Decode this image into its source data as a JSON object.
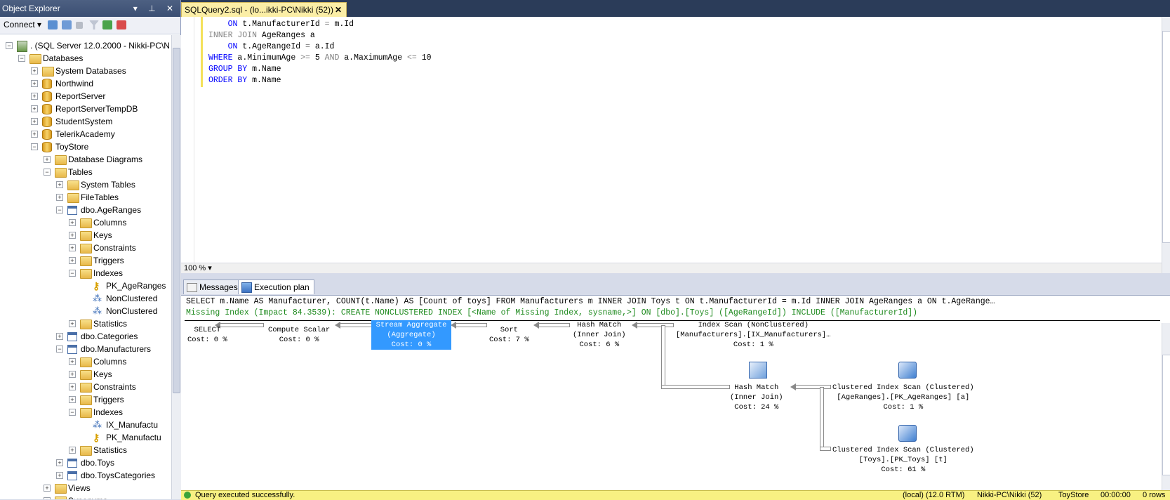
{
  "object_explorer": {
    "title": "Object Explorer",
    "pin_buttons": "▾ ⊥ ✕",
    "connect_label": "Connect ▾"
  },
  "tree": [
    {
      "label": ". (SQL Server 12.0.2000 - Nikki-PC\\N",
      "icon": "server",
      "level": 0,
      "exp": "-"
    },
    {
      "label": "Databases",
      "icon": "folder",
      "level": 1,
      "exp": "-"
    },
    {
      "label": "System Databases",
      "icon": "folder",
      "level": 2,
      "exp": "+"
    },
    {
      "label": "Northwind",
      "icon": "db",
      "level": 2,
      "exp": "+"
    },
    {
      "label": "ReportServer",
      "icon": "db",
      "level": 2,
      "exp": "+"
    },
    {
      "label": "ReportServerTempDB",
      "icon": "db",
      "level": 2,
      "exp": "+"
    },
    {
      "label": "StudentSystem",
      "icon": "db",
      "level": 2,
      "exp": "+"
    },
    {
      "label": "TelerikAcademy",
      "icon": "db",
      "level": 2,
      "exp": "+"
    },
    {
      "label": "ToyStore",
      "icon": "db",
      "level": 2,
      "exp": "-"
    },
    {
      "label": "Database Diagrams",
      "icon": "folder",
      "level": 3,
      "exp": "+"
    },
    {
      "label": "Tables",
      "icon": "folder",
      "level": 3,
      "exp": "-"
    },
    {
      "label": "System Tables",
      "icon": "folder",
      "level": 4,
      "exp": "+"
    },
    {
      "label": "FileTables",
      "icon": "folder",
      "level": 4,
      "exp": "+"
    },
    {
      "label": "dbo.AgeRanges",
      "icon": "table",
      "level": 4,
      "exp": "-"
    },
    {
      "label": "Columns",
      "icon": "folder",
      "level": 5,
      "exp": "+"
    },
    {
      "label": "Keys",
      "icon": "folder",
      "level": 5,
      "exp": "+"
    },
    {
      "label": "Constraints",
      "icon": "folder",
      "level": 5,
      "exp": "+"
    },
    {
      "label": "Triggers",
      "icon": "folder",
      "level": 5,
      "exp": "+"
    },
    {
      "label": "Indexes",
      "icon": "folder",
      "level": 5,
      "exp": "-"
    },
    {
      "label": "PK_AgeRanges",
      "icon": "key",
      "level": 6,
      "exp": ""
    },
    {
      "label": "NonClustered",
      "icon": "idx",
      "level": 6,
      "exp": ""
    },
    {
      "label": "NonClustered",
      "icon": "idx",
      "level": 6,
      "exp": ""
    },
    {
      "label": "Statistics",
      "icon": "folder",
      "level": 5,
      "exp": "+"
    },
    {
      "label": "dbo.Categories",
      "icon": "table",
      "level": 4,
      "exp": "+"
    },
    {
      "label": "dbo.Manufacturers",
      "icon": "table",
      "level": 4,
      "exp": "-"
    },
    {
      "label": "Columns",
      "icon": "folder",
      "level": 5,
      "exp": "+"
    },
    {
      "label": "Keys",
      "icon": "folder",
      "level": 5,
      "exp": "+"
    },
    {
      "label": "Constraints",
      "icon": "folder",
      "level": 5,
      "exp": "+"
    },
    {
      "label": "Triggers",
      "icon": "folder",
      "level": 5,
      "exp": "+"
    },
    {
      "label": "Indexes",
      "icon": "folder",
      "level": 5,
      "exp": "-"
    },
    {
      "label": "IX_Manufactu",
      "icon": "idx",
      "level": 6,
      "exp": ""
    },
    {
      "label": "PK_Manufactu",
      "icon": "key",
      "level": 6,
      "exp": ""
    },
    {
      "label": "Statistics",
      "icon": "folder",
      "level": 5,
      "exp": "+"
    },
    {
      "label": "dbo.Toys",
      "icon": "table",
      "level": 4,
      "exp": "+"
    },
    {
      "label": "dbo.ToysCategories",
      "icon": "table",
      "level": 4,
      "exp": "+"
    },
    {
      "label": "Views",
      "icon": "folder",
      "level": 3,
      "exp": "+"
    },
    {
      "label": "Synonyms",
      "icon": "folder",
      "level": 3,
      "exp": "+"
    }
  ],
  "tab": {
    "title": "SQLQuery2.sql - (lo...ikki-PC\\Nikki (52))",
    "close": "✕"
  },
  "code_lines": [
    [
      {
        "t": "    ON ",
        "c": "kw"
      },
      {
        "t": "t.ManufacturerId ",
        "c": ""
      },
      {
        "t": "= ",
        "c": "op"
      },
      {
        "t": "m.Id",
        "c": ""
      }
    ],
    [
      {
        "t": "INNER JOIN ",
        "c": "op"
      },
      {
        "t": "AgeRanges a",
        "c": ""
      }
    ],
    [
      {
        "t": "    ON ",
        "c": "kw"
      },
      {
        "t": "t.AgeRangeId ",
        "c": ""
      },
      {
        "t": "= ",
        "c": "op"
      },
      {
        "t": "a.Id",
        "c": ""
      }
    ],
    [
      {
        "t": "WHERE ",
        "c": "kw"
      },
      {
        "t": "a.MinimumAge ",
        "c": ""
      },
      {
        "t": ">= ",
        "c": "op"
      },
      {
        "t": "5 ",
        "c": ""
      },
      {
        "t": "AND ",
        "c": "op"
      },
      {
        "t": "a.MaximumAge ",
        "c": ""
      },
      {
        "t": "<= ",
        "c": "op"
      },
      {
        "t": "10",
        "c": ""
      }
    ],
    [
      {
        "t": "GROUP BY ",
        "c": "kw"
      },
      {
        "t": "m.Name",
        "c": ""
      }
    ],
    [
      {
        "t": "ORDER BY ",
        "c": "kw"
      },
      {
        "t": "m.Name",
        "c": ""
      }
    ]
  ],
  "zoom": "100 %",
  "result_tabs": {
    "messages": "Messages",
    "plan": "Execution plan"
  },
  "plan": {
    "query": "SELECT m.Name AS Manufacturer, COUNT(t.Name) AS [Count of toys] FROM Manufacturers m INNER JOIN Toys t ON t.ManufacturerId = m.Id INNER JOIN AgeRanges a ON t.AgeRange…",
    "missing_index": "Missing Index (Impact 84.3539): CREATE NONCLUSTERED INDEX [<Name of Missing Index, sysname,>] ON [dbo].[Toys] ([AgeRangeId]) INCLUDE ([ManufacturerId])",
    "nodes": {
      "select": "SELECT\nCost: 0 %",
      "compute": "Compute Scalar\nCost: 0 %",
      "stream": "Stream Aggregate\n(Aggregate)\nCost: 0 %",
      "sort": "Sort\nCost: 7 %",
      "hash1": "Hash Match\n(Inner Join)\nCost: 6 %",
      "idxscan": "Index Scan (NonClustered)\n[Manufacturers].[IX_Manufacturers]…\nCost: 1 %",
      "hash2": "Hash Match\n(Inner Join)\nCost: 24 %",
      "ciscan1": "Clustered Index Scan (Clustered)\n[AgeRanges].[PK_AgeRanges] [a]\nCost: 1 %",
      "ciscan2": "Clustered Index Scan (Clustered)\n[Toys].[PK_Toys] [t]\nCost: 61 %"
    }
  },
  "status": {
    "message": "Query executed successfully.",
    "server": "(local) (12.0 RTM)",
    "user": "Nikki-PC\\Nikki (52)",
    "db": "ToyStore",
    "time": "00:00:00",
    "rows": "0 rows"
  }
}
